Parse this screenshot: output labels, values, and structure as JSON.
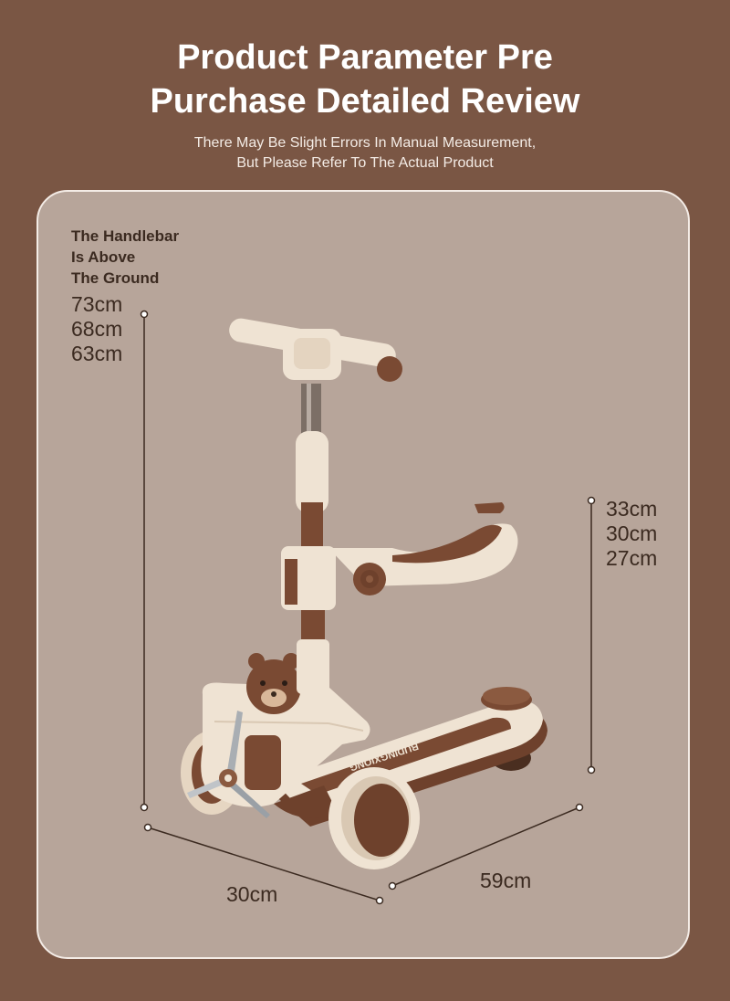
{
  "header": {
    "title_line1": "Product Parameter Pre",
    "title_line2": "Purchase Detailed Review",
    "subtitle_line1": "There May Be Slight Errors In Manual Measurement,",
    "subtitle_line2": "But Please Refer To The Actual Product"
  },
  "handlebar": {
    "label_line1": "The Handlebar",
    "label_line2": "Is Above",
    "label_line3": "The Ground",
    "heights": [
      "73cm",
      "68cm",
      "63cm"
    ]
  },
  "seat": {
    "heights": [
      "33cm",
      "30cm",
      "27cm"
    ]
  },
  "base": {
    "width": "30cm",
    "length": "59cm"
  },
  "deck_brand": "BUDINGXIONG",
  "colors": {
    "background": "#7a5644",
    "panel": "#b7a59a",
    "cream": "#efe3d3",
    "brown": "#7a4a33"
  }
}
